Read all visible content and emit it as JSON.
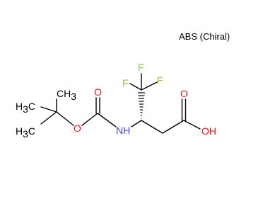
{
  "stereo_label": "ABS (Chiral)",
  "atoms": {
    "ch3_top": "CH",
    "ch3_top_sub": "3",
    "h3c_upper": "H",
    "h3c_upper_sub": "3",
    "h3c_upper_c": "C",
    "h3c_lower": "H",
    "h3c_lower_sub": "3",
    "h3c_lower_c": "C",
    "ester_o": "O",
    "carbonyl_o": "O",
    "nh": "NH",
    "f_top": "F",
    "f_left": "F",
    "f_right": "F",
    "acid_carbonyl_o": "O",
    "oh": "OH"
  },
  "colors": {
    "fluorine": "#8DC63F",
    "oxygen": "#E8171A",
    "nitrogen": "#3D3DF5",
    "carbon": "#000000"
  }
}
